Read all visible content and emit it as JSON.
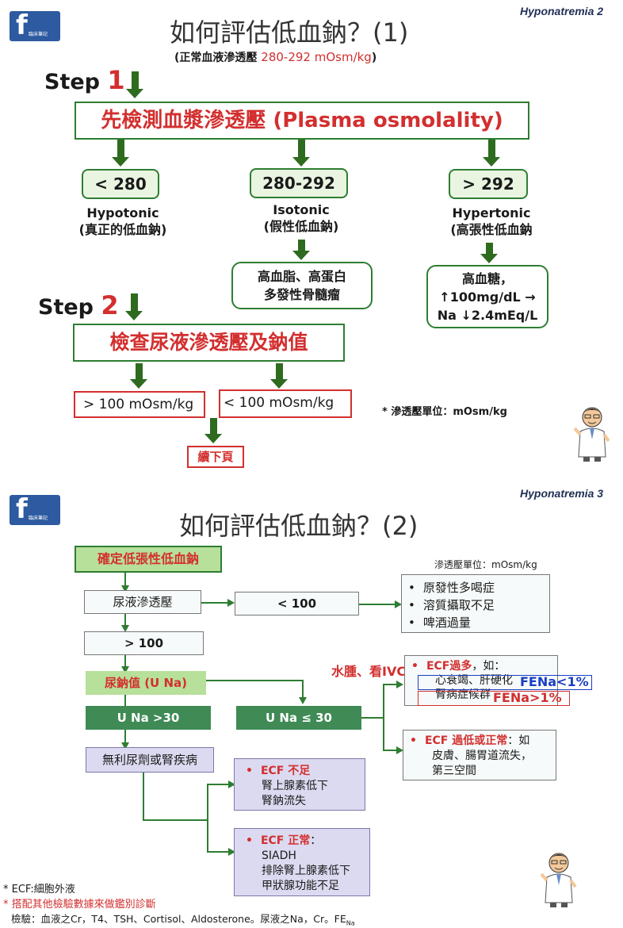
{
  "slide1": {
    "tag": "Hyponatremia 2",
    "logo_letter": "f",
    "logo_text": "臨床筆記",
    "title": "如何評估低血鈉？(1)",
    "subtitle_prefix": "(正常血液滲透壓 ",
    "subtitle_value": "280-292 mOsm/kg",
    "subtitle_suffix": ")",
    "step1_label": "Step ",
    "step1_num": "1",
    "step1_box_cn": "先檢測血漿滲透壓 ",
    "step1_box_en": "(Plasma osmolality)",
    "branches": [
      {
        "value": "< 280",
        "name": "Hypotonic",
        "desc": "(真正的低血鈉)"
      },
      {
        "value": "280-292",
        "name": "Isotonic",
        "desc": "(假性低血鈉)"
      },
      {
        "value": "> 292",
        "name": "Hypertonic",
        "desc": "(高張性低血鈉"
      }
    ],
    "iso_causes": [
      "高血脂、高蛋白",
      "多發性骨髓瘤"
    ],
    "hyper_note": [
      "高血糖，",
      "↑100mg/dL →",
      "Na ↓2.4mEq/L"
    ],
    "step2_label": "Step ",
    "step2_num": "2",
    "step2_box": "檢查尿液滲透壓及鈉值",
    "urine_high": "> 100 mOsm/kg",
    "urine_low": "< 100 mOsm/kg",
    "continue": "續下頁",
    "unit_note": "* 滲透壓單位：mOsm/kg"
  },
  "slide2": {
    "tag": "Hyponatremia 3",
    "logo_letter": "f",
    "logo_text": "臨床筆記",
    "title": "如何評估低血鈉？(2)",
    "confirm_box": "確定低張性低血鈉",
    "unit_note": "滲透壓單位：mOsm/kg",
    "urine_osm": "尿液滲透壓",
    "lt100": "< 100",
    "lt100_causes": [
      "原發性多喝症",
      "溶質攝取不足",
      "啤酒過量"
    ],
    "gt100": "> 100",
    "una": "尿鈉值 (U Na)",
    "una_gt30": "U Na >30",
    "una_le30": "U Na ≤ 30",
    "diuretic": "無利尿劑或腎疾病",
    "edema_label": "水腫、看IVC",
    "ecf_excess_title": "ECF過多",
    "ecf_excess_suffix": "，如：",
    "ecf_excess_lines": [
      "心衰竭、肝硬化",
      "腎病症候群"
    ],
    "fena_low": "FENa<1%",
    "fena_high": "FENa>1%",
    "ecf_low_title": "ECF 過低或正常",
    "ecf_low_suffix": "：如",
    "ecf_low_lines": [
      "皮膚、腸胃道流失，",
      "第三空間"
    ],
    "ecf_deficit_title": "ECF 不足",
    "ecf_deficit_lines": [
      "腎上腺素低下",
      "腎鈉流失"
    ],
    "ecf_normal_title": "ECF 正常",
    "ecf_normal_suffix": "：",
    "ecf_normal_lines": [
      "SIADH",
      "排除腎上腺素低下",
      "甲狀腺功能不足"
    ],
    "footnote1": "* ECF:細胞外液",
    "footnote2": "* 搭配其他檢驗數據來做鑑別診斷",
    "footnote3_main": "檢驗：血液之Cr，T4、TSH、Cortisol、Aldosterone。尿液之Na，Cr。FE",
    "footnote3_sub": "Na"
  }
}
